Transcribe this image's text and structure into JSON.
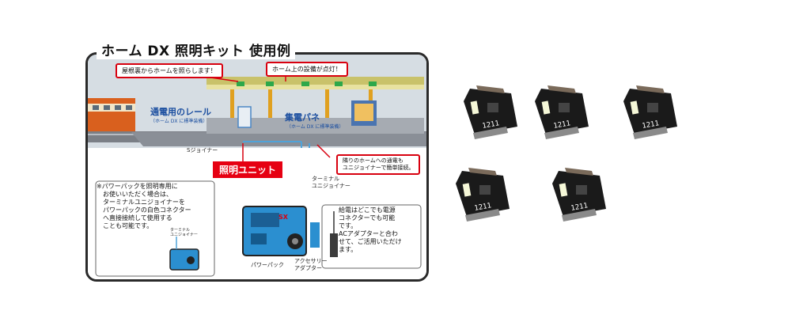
{
  "diagram": {
    "title": "ホーム DX 照明キット 使用例",
    "callouts": {
      "roof_light": "屋根裏からホームを照らします！",
      "equipment_light": "ホーム上の設備が点灯！",
      "adjacent_home": "隣りのホームへの通電も\nユニジョイナーで簡単接続。"
    },
    "labels": {
      "rail_main": "通電用のレール",
      "rail_sub": "（ホーム DX に標準装備）",
      "panel_main": "集電パネ",
      "panel_sub": "（ホーム DX に標準装備）",
      "s_joiner": "Sジョイナー",
      "lighting_unit": "照明ユニット",
      "terminal_joiner": "ターミナル\nユニジョイナー",
      "terminal_joiner_small": "ターミナル\nユニジョイナー",
      "power_pack": "パワーパック",
      "accessory_adapter": "アクセサリー\nアダプター",
      "power_pack_brand": "SX"
    },
    "notes": {
      "power_pack_note": "※パワーパックを照明専用に\n　お使いいただく場合は、\n　ターミナルユニジョイナーを\n　パワーパックの白色コネクター\n　へ直接接続して使用する\n　ことも可能です。",
      "power_source_note": "給電はどこでも電源\nコネクターでも可能\nです。\nACアダプターと合わ\nせて、ご活用いただけ\nます。"
    }
  },
  "product": {
    "unit_marking": "1211",
    "count": 5
  },
  "colors": {
    "accent_red": "#e60012",
    "label_blue": "#1c4fa0",
    "power_pack_blue": "#2b8fd0",
    "train_orange": "#d9601e"
  }
}
